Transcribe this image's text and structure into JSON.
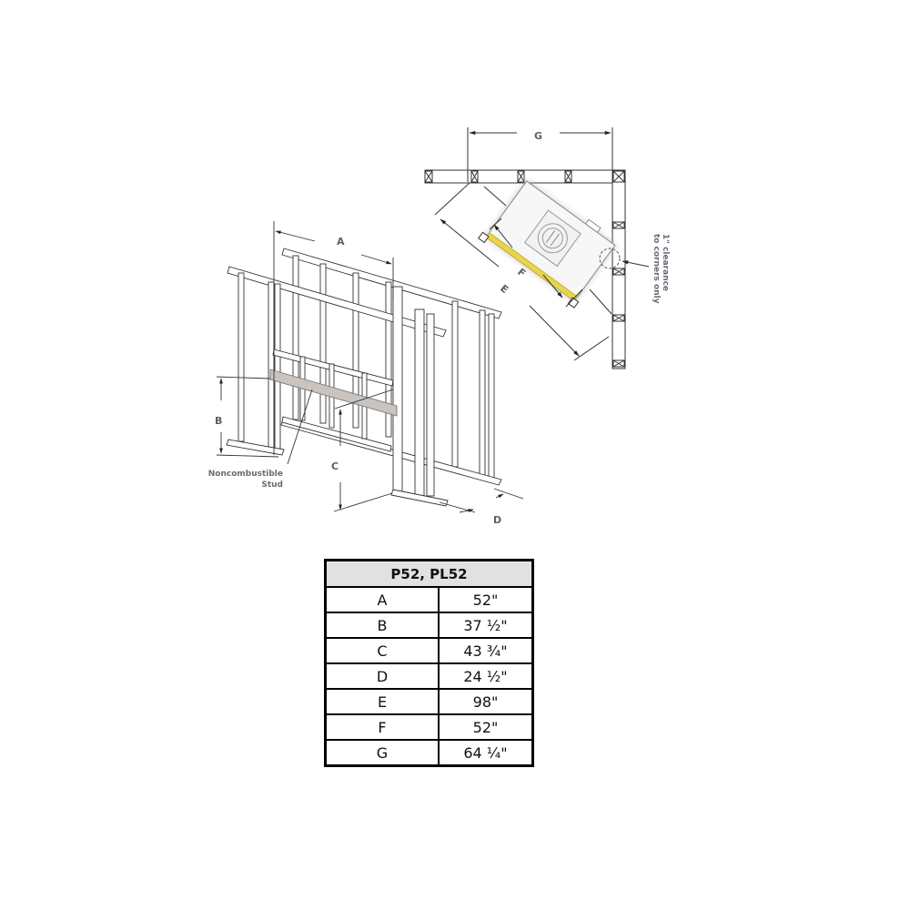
{
  "diagram": {
    "dimension_labels": {
      "A": "A",
      "B": "B",
      "C": "C",
      "D": "D",
      "E": "E",
      "F": "F",
      "G": "G"
    },
    "callouts": {
      "stud_line1": "Noncombustible",
      "stud_line2": "Stud",
      "clearance_line1": "1\" clearance",
      "clearance_line2": "to corners only"
    },
    "colors": {
      "line": "#3a3a3a",
      "label": "#5a5f6b",
      "glass_strip": "#e8d44d",
      "header_row": "#e0e1e3",
      "stud": "#c9c4bf"
    }
  },
  "table": {
    "title": "P52, PL52",
    "rows": [
      {
        "key": "A",
        "value": "52\""
      },
      {
        "key": "B",
        "value": "37 ½\""
      },
      {
        "key": "C",
        "value": "43 ¾\""
      },
      {
        "key": "D",
        "value": "24 ½\""
      },
      {
        "key": "E",
        "value": "98\""
      },
      {
        "key": "F",
        "value": "52\""
      },
      {
        "key": "G",
        "value": "64 ¼\""
      }
    ]
  }
}
